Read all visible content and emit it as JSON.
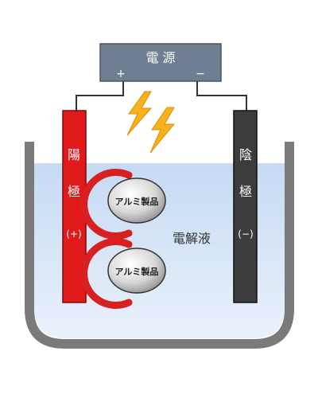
{
  "power_supply": {
    "label": "電 源",
    "plus_sign": "+",
    "minus_sign": "−"
  },
  "anode": {
    "label_line1": "陽",
    "label_line2": "極",
    "polarity": "(+)"
  },
  "cathode": {
    "label_line1": "陰",
    "label_line2": "極",
    "polarity": "(−)"
  },
  "electrolyte": {
    "label": "電解液"
  },
  "workpieces": [
    {
      "label": "アルミ製品"
    },
    {
      "label": "アルミ製品"
    }
  ],
  "colors": {
    "anode": "#e01a1a",
    "cathode": "#3c3c3c",
    "power_supply": "#6f7e92",
    "electrolyte_top": "#c5daf3",
    "electrolyte_bottom": "#eaf1fb",
    "tank": "#7a7a7a",
    "lightning": "#f5b21b",
    "clamp": "#d82020"
  }
}
